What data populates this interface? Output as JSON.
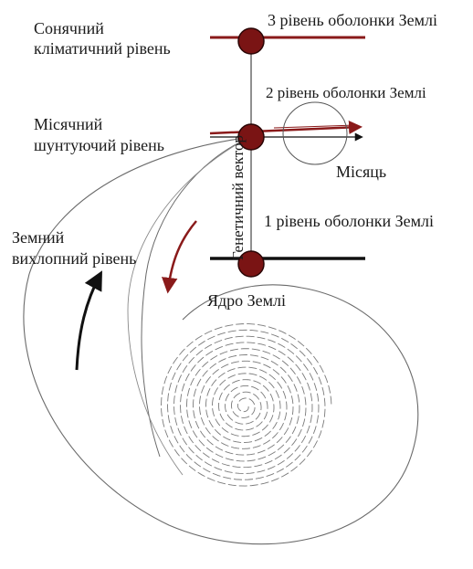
{
  "labels": {
    "solar_level_line1": "Сонячний",
    "solar_level_line2": "кліматичний рівень",
    "level3": "3 рівень оболонки Землі",
    "level2": "2 рівень оболонки Землі",
    "lunar_level_line1": "Місячний",
    "lunar_level_line2": "шунтуючий рівень",
    "moon": "Місяць",
    "genetic_vector": "Генетичний вектор",
    "level1": "1 рівень оболонки Землі",
    "earth_exhaust_line1": "Земний",
    "earth_exhaust_line2": "вихлопний рівень",
    "earth_core": "Ядро Землі"
  },
  "colors": {
    "node_fill": "#7a1414",
    "node_stroke": "#2a0505",
    "dark_red_line": "#8a1a1a",
    "black_line": "#111111",
    "thin_line": "#6a6a6a",
    "text": "#1a1a1a"
  }
}
